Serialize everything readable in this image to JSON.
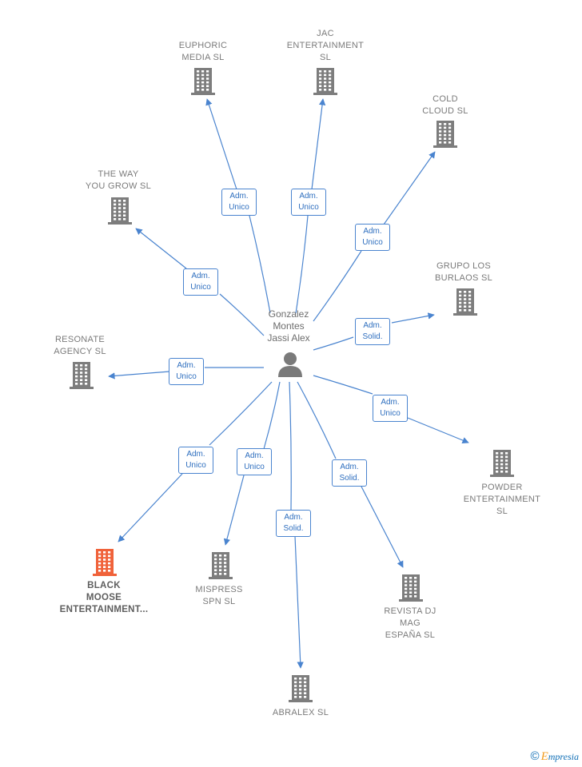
{
  "person": {
    "name": "Gonzalez\nMontes\nJassi Alex",
    "icon": "person-icon"
  },
  "colors": {
    "edge": "#4a84cf",
    "building": "#7d7d7d",
    "highlight": "#f0623a"
  },
  "nodes": [
    {
      "id": "euphoric",
      "label": "EUPHORIC\nMEDIA  SL",
      "role": "Adm.\nUnico",
      "highlight": false
    },
    {
      "id": "jac",
      "label": "JAC\nENTERTAINMENT\nSL",
      "role": "Adm.\nUnico",
      "highlight": false
    },
    {
      "id": "cold",
      "label": "COLD\nCLOUD  SL",
      "role": "Adm.\nUnico",
      "highlight": false
    },
    {
      "id": "theway",
      "label": "THE WAY\nYOU GROW  SL",
      "role": "Adm.\nUnico",
      "highlight": false
    },
    {
      "id": "grupo",
      "label": "GRUPO LOS\nBURLAOS  SL",
      "role": "Adm.\nSolid.",
      "highlight": false
    },
    {
      "id": "resonate",
      "label": "RESONATE\nAGENCY  SL",
      "role": "Adm.\nUnico",
      "highlight": false
    },
    {
      "id": "powder",
      "label": "POWDER\nENTERTAINMENT\nSL",
      "role": "Adm.\nUnico",
      "highlight": false
    },
    {
      "id": "black",
      "label": "BLACK\nMOOSE\nENTERTAINMENT...",
      "role": "Adm.\nUnico",
      "highlight": true
    },
    {
      "id": "mispress",
      "label": "MISPRESS\nSPN  SL",
      "role": "Adm.\nUnico",
      "highlight": false
    },
    {
      "id": "abralex",
      "label": "ABRALEX SL",
      "role": "Adm.\nSolid.",
      "highlight": false
    },
    {
      "id": "revista",
      "label": "REVISTA DJ\nMAG\nESPAÑA  SL",
      "role": "Adm.\nSolid.",
      "highlight": false
    }
  ],
  "footer": {
    "copyright": "©",
    "brand_initial": "E",
    "brand_rest": "mpresia"
  }
}
